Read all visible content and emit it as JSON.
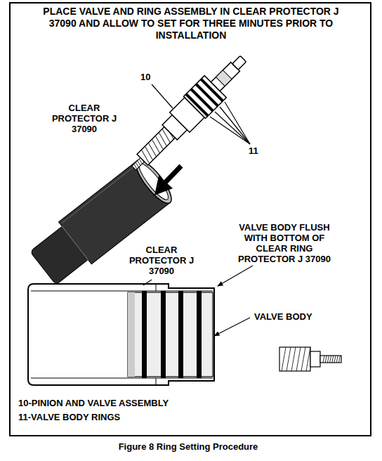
{
  "diagram": {
    "title": "PLACE VALVE AND RING ASSEMBLY IN CLEAR PROTECTOR J 37090 AND ALLOW TO SET FOR THREE MINUTES PRIOR TO INSTALLATION",
    "caption": "Figure 8 Ring Setting Procedure",
    "labels": [
      "10",
      "11",
      "CLEAR PROTECTOR J 37090",
      "VALVE BODY FLUSH WITH BOTTOM OF CLEAR RING PROTECTOR J 37090",
      "CLEAR PROTECTOR J 37090",
      "VALVE BODY",
      "10-PINION AND VALVE ASSEMBLY",
      "11-VALVE BODY RINGS"
    ]
  }
}
